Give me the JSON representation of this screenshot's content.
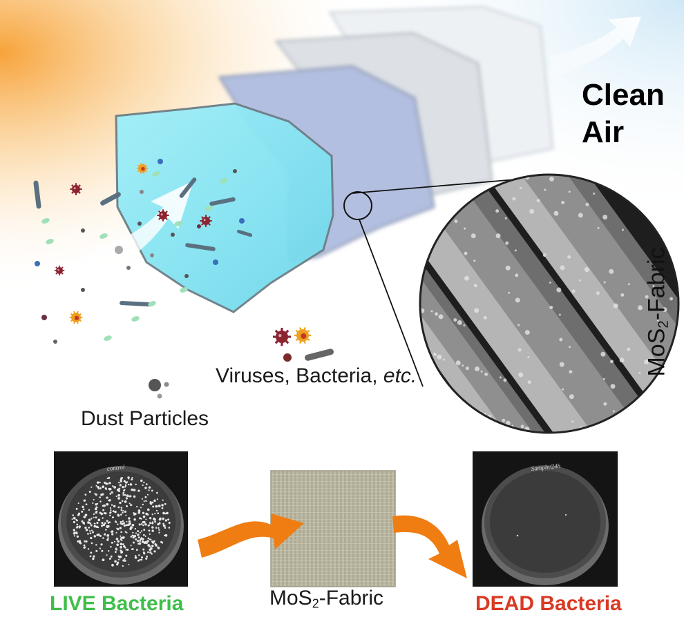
{
  "labels": {
    "clean_line1": "Clean",
    "clean_line2": "Air",
    "fabric_mol": "MoS",
    "fabric_sub": "2",
    "fabric_suffix": "-Fabric",
    "viruses_text": "Viruses, Bacteria, ",
    "etc_text": "etc.",
    "dust": "Dust Particles",
    "live": "LIVE Bacteria",
    "dead": "DEAD Bacteria",
    "dish_left_note": "control",
    "dish_right_note": "Sample/24h"
  },
  "colors": {
    "green": "#3fbf4a",
    "red": "#d93a23",
    "orange_arrow": "#ef7d12",
    "layer1": "#7fdff0",
    "layer2": "#b3bfe0",
    "virus": "#8c2430",
    "bacteria": "#f0a020"
  }
}
